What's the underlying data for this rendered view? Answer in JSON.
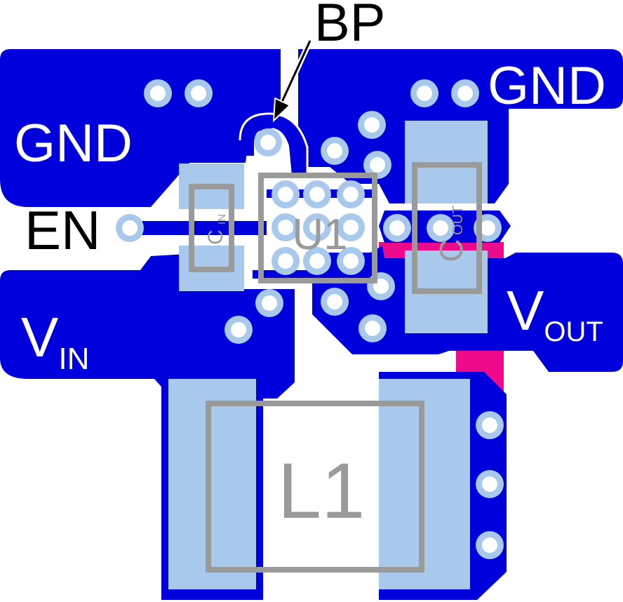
{
  "colors": {
    "copper": "#0000dd",
    "pad": "#a8c8ec",
    "via_ring": "#a8c8ec",
    "via_hole": "#ffffff",
    "silkscreen": "#9a9a9a",
    "bottom_trace": "#ee0a8a",
    "label_white": "#ffffff",
    "label_black": "#000000"
  },
  "labels": {
    "bp": "BP",
    "gnd_left": "GND",
    "gnd_right": "GND",
    "en": "EN",
    "vin_main": "V",
    "vin_sub": "IN",
    "vout_main": "V",
    "vout_sub": "OUT"
  },
  "components": {
    "u1": "U1",
    "l1": "L1",
    "cin_main": "C",
    "cin_sub": "IN",
    "cout_main": "C",
    "cout_sub": "OUT"
  }
}
